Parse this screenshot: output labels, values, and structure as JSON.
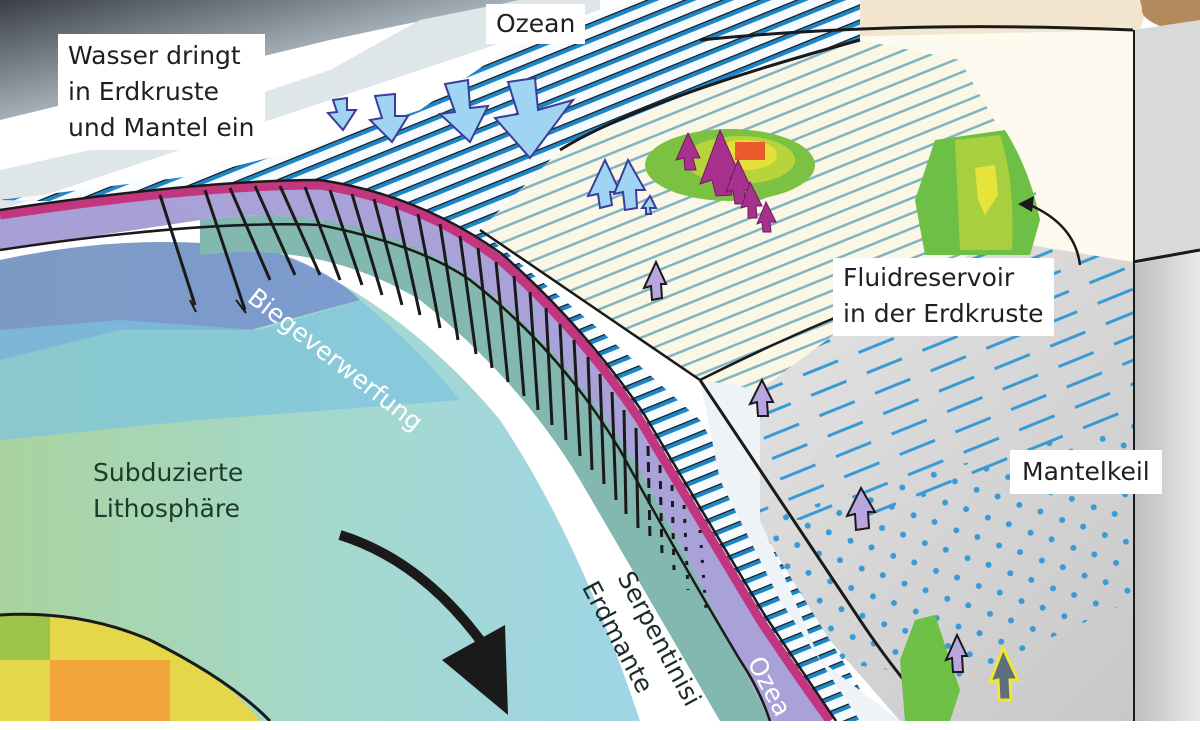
{
  "diagram": {
    "type": "subduction-zone-cross-section",
    "language": "de",
    "labels": {
      "water_penetrates": [
        "Wasser dringt",
        "in Erdkruste",
        "und Mantel ein"
      ],
      "ocean_top": "Ozean",
      "fluid_reservoir": [
        "Fluidreservoir",
        "in der Erdkruste"
      ],
      "mantle_wedge": "Mantelkeil",
      "subducted_lithosphere": [
        "Subduzierte",
        "Lithosphäre"
      ],
      "bending_fault": "Biegeverwerfung",
      "serpentinized_mantle": [
        "Serpentinisi",
        "Erdmante"
      ],
      "ocean_slab": "Ozea"
    },
    "colors": {
      "slab_crust": "#a79fd6",
      "slab_top_magenta": "#c2357f",
      "serpentinite": "#7fb3ad",
      "lithosphere_cool": "#8fcfe0",
      "lithosphere_green": "#a8d39a",
      "hot_core_yellow": "#e8dc45",
      "hot_core_orange": "#f2a53a",
      "ocean_water_lines": "#2a8fd0",
      "overriding_crust": "#fbf7e6",
      "mantle_wedge": "#cfcfcf",
      "fluid_green": "#6dbf45",
      "fluid_yellow": "#e6e33c",
      "fluid_red": "#ea5a2a",
      "arrow_down_fill": "#9fd4f2",
      "arrow_up_purple": "#b9a6e0",
      "arrow_magenta": "#a8318f"
    },
    "arrows": {
      "water_down_count": 4,
      "water_up_count": 3,
      "magenta_up_count": 5,
      "fluid_up_purple_count": 4,
      "subduction_direction": "down-right"
    }
  }
}
